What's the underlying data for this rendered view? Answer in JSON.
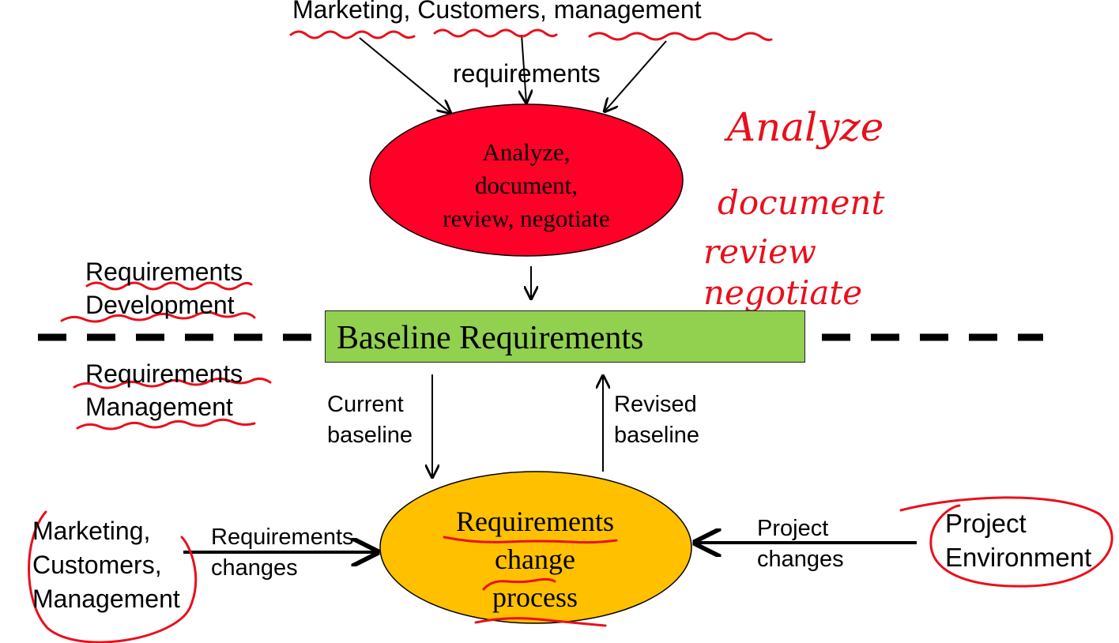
{
  "top_sources": "Marketing, Customers, management",
  "top_arrow_label": "requirements",
  "analyze_ellipse": {
    "lines": [
      "Analyze,",
      "document,",
      "review, negotiate"
    ],
    "color": "#ff0028"
  },
  "handwritten_notes": [
    "Analyze",
    "document",
    "review",
    "negotiate"
  ],
  "left_labels": {
    "development": [
      "Requirements",
      "Development"
    ],
    "management": [
      "Requirements",
      "Management"
    ]
  },
  "baseline_box": {
    "label": "Baseline Requirements",
    "color": "#92d050"
  },
  "current_baseline": [
    "Current",
    "baseline"
  ],
  "revised_baseline": [
    "Revised",
    "baseline"
  ],
  "change_ellipse": {
    "lines": [
      "Requirements",
      "change",
      "process"
    ],
    "color": "#ffc000"
  },
  "bottom_left_sources": [
    "Marketing,",
    "Customers,",
    "Management"
  ],
  "requirements_changes": [
    "Requirements",
    "changes"
  ],
  "project_changes": [
    "Project",
    "changes"
  ],
  "project_environment": [
    "Project",
    "Environment"
  ],
  "annotation_color": "#e8101c"
}
